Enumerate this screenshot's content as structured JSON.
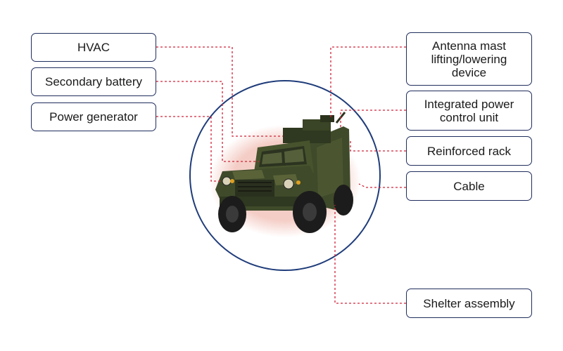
{
  "colors": {
    "circle_border": "#1f3c7a",
    "box_border": "#1f2d5c",
    "leader_line": "#d0243a",
    "text": "#1a1a1a",
    "vehicle_body": "#3f4a2a",
    "vehicle_camo": "#5a6338",
    "tire": "#1c1c1c",
    "glow": "#f3c8c0"
  },
  "image": {
    "subject": "armored-military-vehicle",
    "icon": "military-vehicle-illustration"
  },
  "labels": {
    "hvac": "HVAC",
    "secondary_battery": "Secondary battery",
    "power_generator": "Power generator",
    "antenna_mast": "Antenna mast\nlifting/lowering\ndevice",
    "integrated_power": "Integrated power\ncontrol unit",
    "reinforced_rack": "Reinforced rack",
    "cable": "Cable",
    "shelter_assembly": "Shelter assembly"
  }
}
